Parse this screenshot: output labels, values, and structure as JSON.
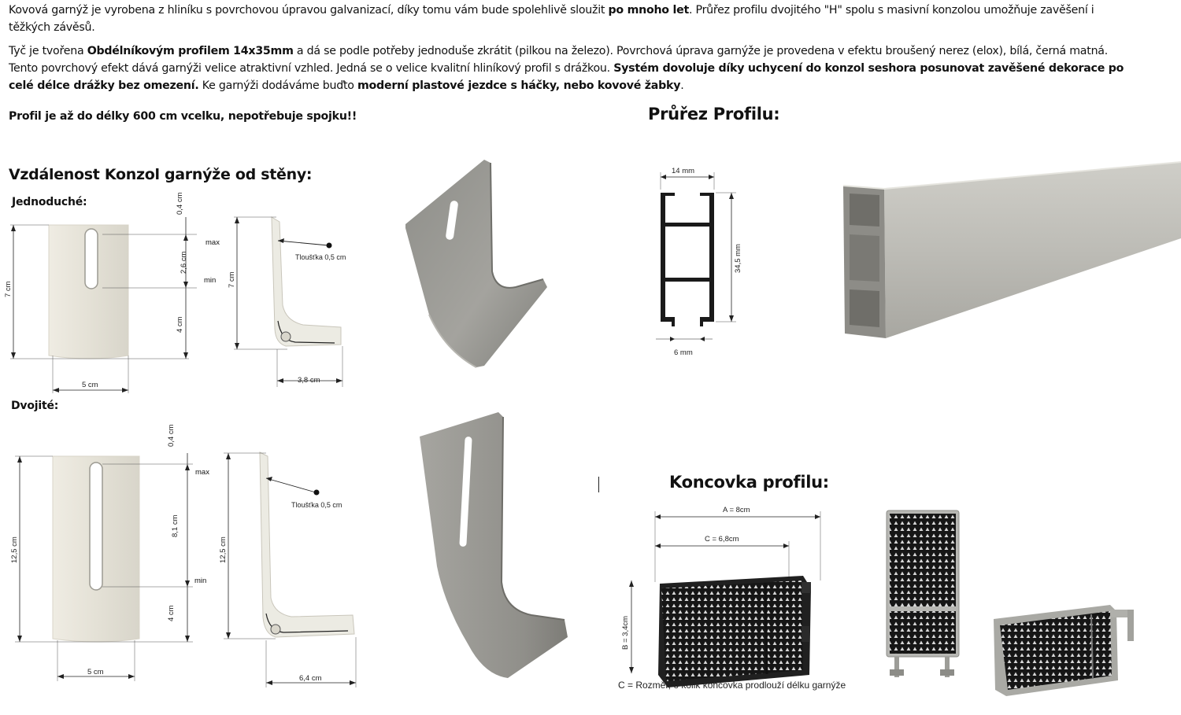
{
  "intro": {
    "p1_a": "Kovová garnýž je vyrobena z hliníku s povrchovou úpravou galvanizací, díky tomu vám bude spolehlivě sloužit ",
    "p1_b": "po mnoho let",
    "p1_c": ". Průřez profilu dvojitého \"H\" spolu s masivní konzolou umožňuje zavěšení i těžkých závěsů.",
    "p2_a": " Tyč je tvořena ",
    "p2_b": "Obdélníkovým profilem 14x35mm",
    "p2_c": " a dá se podle potřeby jednoduše zkrátit (pilkou na železo). Povrchová úprava garnýže je provedena v efektu broušený nerez (elox), bílá, černá matná. Tento povrchový efekt dává garnýži velice atraktivní vzhled. Jedná se o velice kvalitní hliníkový profil s drážkou. ",
    "p2_d": "Systém dovoluje díky uchycení do konzol seshora posunovat zavěšené dekorace po celé délce drážky bez omezení.",
    "p2_e": " Ke garnýži dodáváme buďto ",
    "p2_f": "moderní plastové jezdce s háčky, nebo kovové žabky",
    "p2_g": ".",
    "p3": "Profil je až do délky 600 cm vcelku, nepotřebuje spojku!!"
  },
  "headings": {
    "bracket_distance": "Vzdálenost Konzol garnýže od stěny:",
    "profile_section": "Průřez Profilu:",
    "end_cap": "Koncovka profilu:"
  },
  "labels": {
    "single": "Jednoduché:",
    "double": "Dvojité:"
  },
  "single_dims": {
    "top": "0,4 cm",
    "height": "7 cm",
    "slot": "2,6 cm",
    "bottom": "4 cm",
    "width": "5 cm",
    "max": "max",
    "min": "min",
    "side_height": "7 cm",
    "thickness": "Tloušťka 0,5 cm",
    "depth": "3,8 cm"
  },
  "double_dims": {
    "top": "0,4 cm",
    "height": "12,5 cm",
    "slot": "8,1 cm",
    "bottom": "4 cm",
    "width": "5 cm",
    "max": "max",
    "min": "min",
    "side_height": "12,5 cm",
    "thickness": "Tloušťka 0,5 cm",
    "depth": "6,4 cm"
  },
  "profile_dims": {
    "width": "14 mm",
    "height": "34,5 mm",
    "slot": "6 mm"
  },
  "endcap_dims": {
    "a": "A = 8cm",
    "c": "C = 6,8cm",
    "b": "B = 3,4cm",
    "caption": "C = Rozměr, o kolik koncovka prodlouží délku garnýže"
  },
  "colors": {
    "metal": "#9a9a95",
    "metal_light": "#c7c6c0",
    "bracket_photo": "#e9e6dc",
    "endcap": "#1c1c1c"
  }
}
